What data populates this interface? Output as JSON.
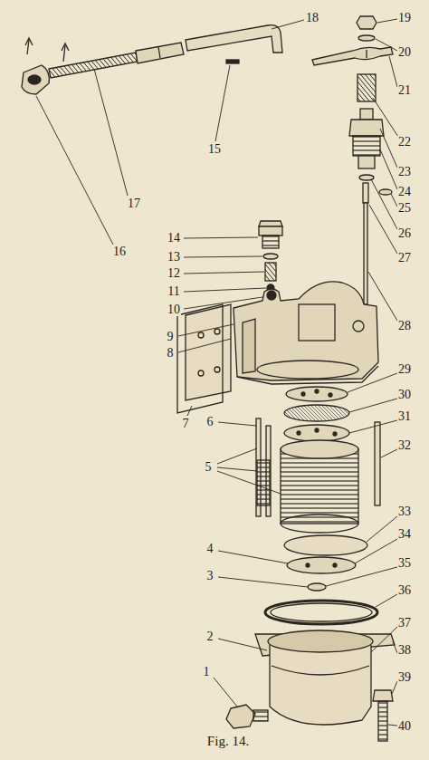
{
  "diagram": {
    "caption": "Fig. 14.",
    "labels": [
      "1",
      "2",
      "3",
      "4",
      "5",
      "6",
      "7",
      "8",
      "9",
      "10",
      "11",
      "12",
      "13",
      "14",
      "15",
      "16",
      "17",
      "18",
      "19",
      "20",
      "21",
      "22",
      "23",
      "24",
      "25",
      "26",
      "27",
      "28",
      "29",
      "30",
      "31",
      "32",
      "33",
      "34",
      "35",
      "36",
      "37",
      "38",
      "39",
      "40"
    ]
  }
}
